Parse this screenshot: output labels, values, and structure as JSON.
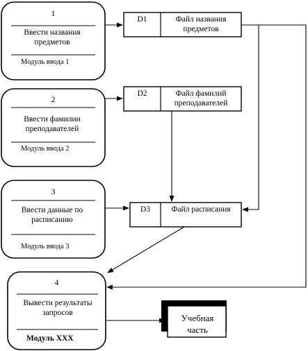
{
  "processes": [
    {
      "number": "1",
      "title": "Ввести названия предметов",
      "module": "Модуль ввода 1"
    },
    {
      "number": "2",
      "title": "Ввести фамилии преподавателей",
      "module": "Модуль ввода 2"
    },
    {
      "number": "3",
      "title": "Ввести данные по расписанию",
      "module": "Модуль ввода 3"
    },
    {
      "number": "4",
      "title": "Вывести результаты запросов",
      "module": "Модуль XXX"
    }
  ],
  "stores": [
    {
      "id": "D1",
      "name": "Файл названия предметов"
    },
    {
      "id": "D2",
      "name": "Файл фамилий преподавателей"
    },
    {
      "id": "D3",
      "name": "Файл расписания"
    }
  ],
  "external": {
    "name": "Учебная часть"
  }
}
